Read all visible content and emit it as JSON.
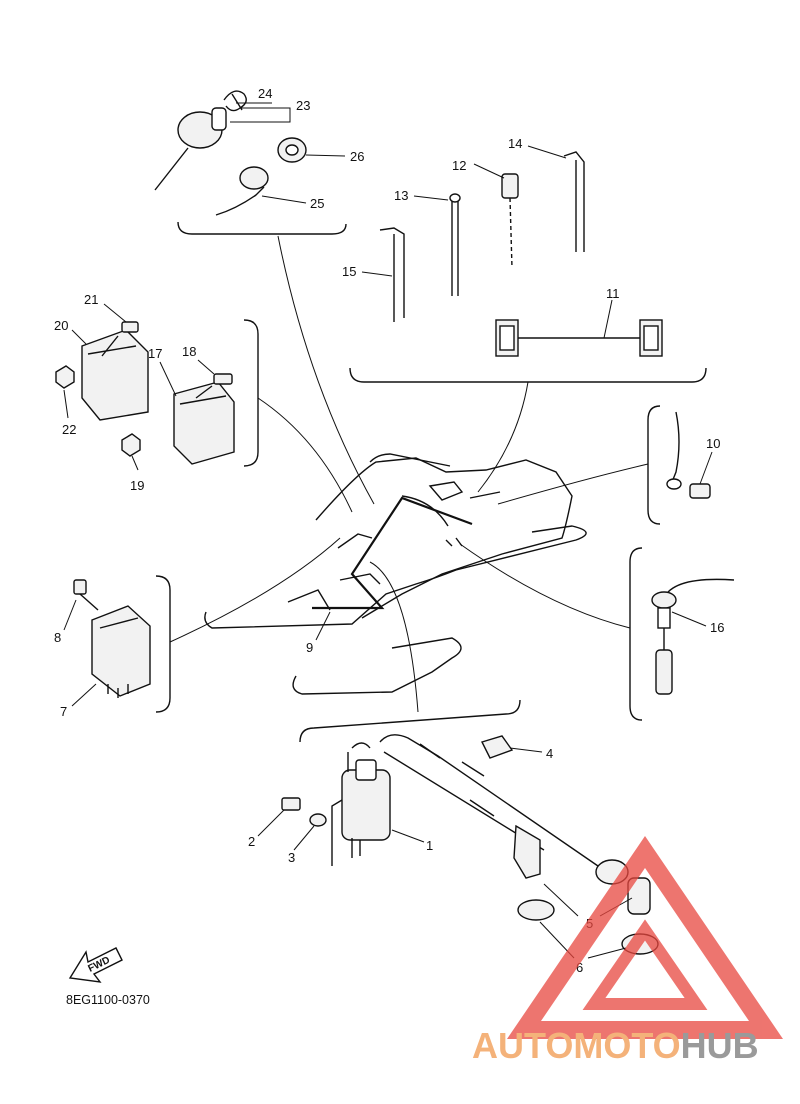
{
  "diagram_code": "8EG1100-0370",
  "fwd_label": "FWD",
  "callouts": [
    "1",
    "2",
    "3",
    "4",
    "5",
    "6",
    "7",
    "8",
    "9",
    "10",
    "11",
    "12",
    "13",
    "14",
    "15",
    "16",
    "17",
    "18",
    "19",
    "20",
    "21",
    "22",
    "23",
    "24",
    "25",
    "26"
  ],
  "watermark": {
    "part1": "AUTOMOTO",
    "part2": "HUB",
    "color1": "#f4b27a",
    "color2": "#9a9a9a",
    "triangle_color": "#e8473f"
  }
}
